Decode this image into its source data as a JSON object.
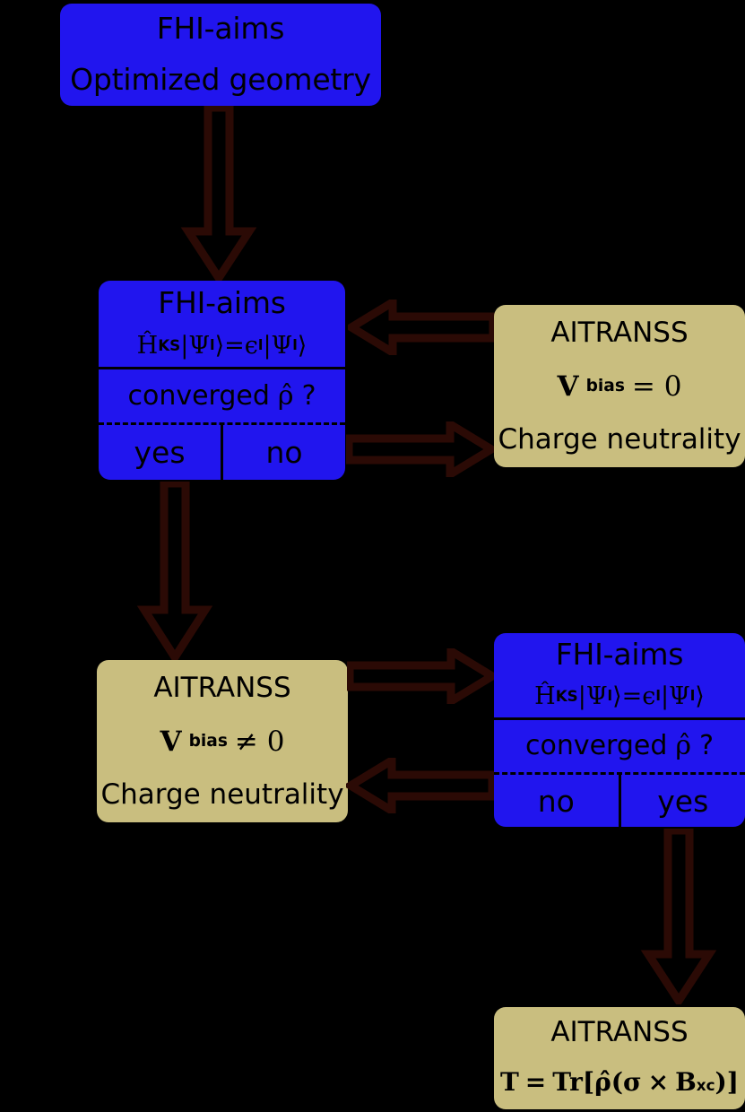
{
  "diagram": {
    "title": "FHI-aims / AITRANSS computational workflow",
    "colors": {
      "background": "#000000",
      "blue_box": "#2115ee",
      "khaki_box": "#c9be7f",
      "arrow_stroke": "#2b0a05",
      "text": "#000000"
    },
    "boxes": [
      {
        "id": "fhi-aims-geometry",
        "kind": "blue",
        "lines": [
          "FHI-aims",
          "Optimized geometry"
        ]
      },
      {
        "id": "fhi-aims-scf-left",
        "kind": "blue",
        "title": "FHI-aims",
        "formula_html": "Ĥ<sup>KS</sup>|Ψ<sub>l</sub>⟩=ϵ<sub>l</sub>|Ψ<sub>l</sub>⟩",
        "question": "converged ρ̂ ?",
        "answers": [
          "yes",
          "no"
        ]
      },
      {
        "id": "aitranss-vbias-zero",
        "kind": "khaki",
        "lines": [
          "AITRANSS",
          "V_bias = 0",
          "Charge neutrality"
        ],
        "label": "AITRANSS",
        "condition": "V",
        "condition_sub": "bias",
        "condition_rel": "= 0",
        "note": "Charge neutrality"
      },
      {
        "id": "aitranss-vbias-nonzero",
        "kind": "khaki",
        "label": "AITRANSS",
        "condition": "V",
        "condition_sub": "bias",
        "condition_rel": "≠ 0",
        "note": "Charge neutrality"
      },
      {
        "id": "fhi-aims-scf-right",
        "kind": "blue",
        "title": "FHI-aims",
        "formula_html": "Ĥ<sup>KS</sup>|Ψ<sub>l</sub>⟩=ϵ<sub>l</sub>|Ψ<sub>l</sub>⟩",
        "question": "converged ρ̂ ?",
        "answers": [
          "no",
          "yes"
        ]
      },
      {
        "id": "aitranss-transmission",
        "kind": "khaki",
        "label": "AITRANSS",
        "formula": "T = Tr[ρ̂(σ × B_xc)]"
      }
    ],
    "arrows": [
      {
        "id": "geometry-to-scf",
        "direction": "down"
      },
      {
        "id": "aitranss0-to-scf",
        "direction": "left"
      },
      {
        "id": "scf-no-to-aitranss0",
        "direction": "right"
      },
      {
        "id": "scf-yes-to-aitranssV",
        "direction": "down"
      },
      {
        "id": "aitranssV-to-scf-right",
        "direction": "right"
      },
      {
        "id": "scf-right-no-to-aitranssV",
        "direction": "left"
      },
      {
        "id": "scf-right-yes-to-transmission",
        "direction": "down"
      }
    ]
  },
  "box1": {
    "line1": "FHI-aims",
    "line2": "Optimized geometry"
  },
  "box2": {
    "title": "FHI-aims",
    "question": "converged",
    "rho": "ρ̂",
    "qmark": "?",
    "answer_left": "yes",
    "answer_right": "no",
    "h": "Ĥ",
    "ks": "KS",
    "psi_open": "|Ψ",
    "sub_l": "l",
    "ket": "⟩",
    "equals": "=",
    "eps": "ϵ"
  },
  "box3": {
    "label": "AITRANSS",
    "v": "V",
    "sub": "bias",
    "rel": "= 0",
    "note": "Charge neutrality"
  },
  "box4": {
    "label": "AITRANSS",
    "v": "V",
    "sub": "bias",
    "rel": "≠ 0",
    "note": "Charge neutrality"
  },
  "box5": {
    "title": "FHI-aims",
    "question": "converged",
    "rho": "ρ̂",
    "qmark": "?",
    "answer_left": "no",
    "answer_right": "yes",
    "h": "Ĥ",
    "ks": "KS",
    "psi_open": "|Ψ",
    "sub_l": "l",
    "ket": "⟩",
    "equals": "=",
    "eps": "ϵ"
  },
  "box6": {
    "label": "AITRANSS",
    "t": "T",
    "eq": "=",
    "tr": "Tr[",
    "rho": "ρ̂",
    "paren_open": "(",
    "sigma": "σ",
    "times": "×",
    "b": "B",
    "b_sub": "xc",
    "close": ")]"
  }
}
